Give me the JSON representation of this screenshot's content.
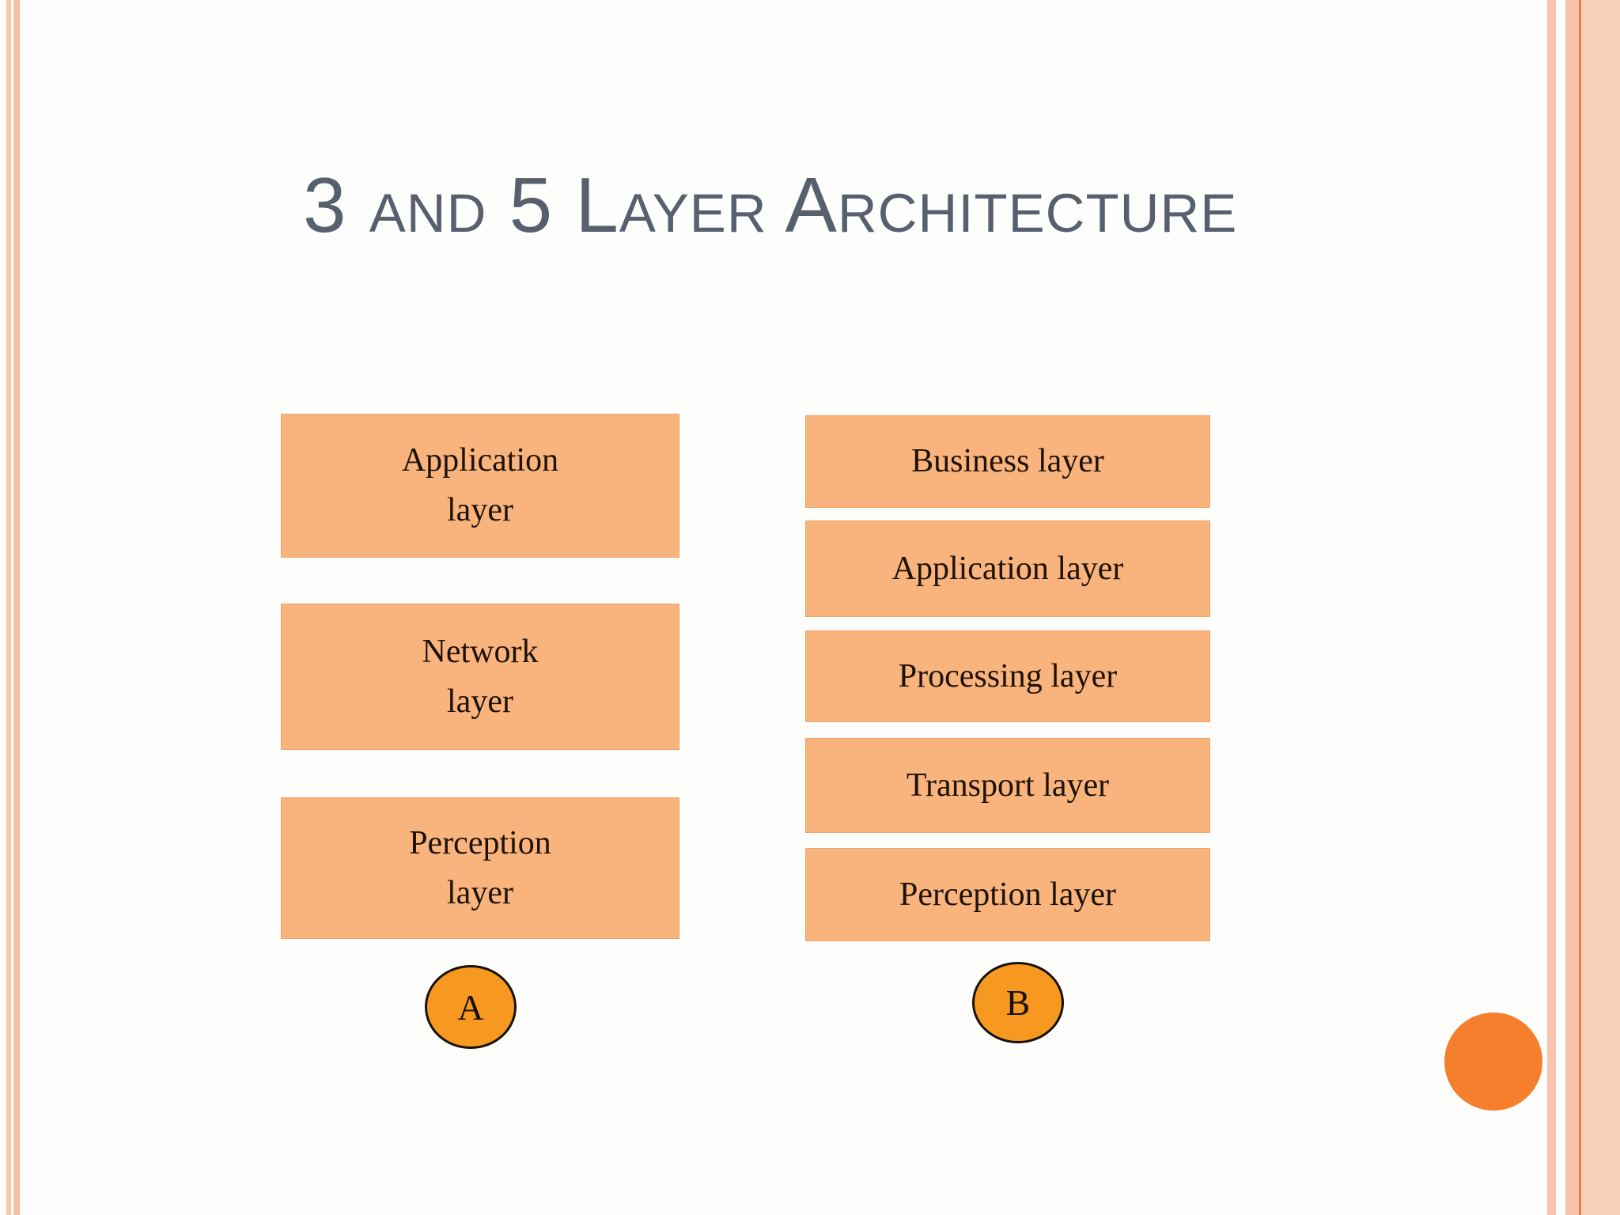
{
  "slide": {
    "title": "3 and 5 Layer Architecture"
  },
  "diagram": {
    "left_stack": {
      "badge": "A",
      "boxes": [
        {
          "line1": "Application",
          "line2": "layer"
        },
        {
          "line1": "Network",
          "line2": "layer"
        },
        {
          "line1": "Perception",
          "line2": "layer"
        }
      ]
    },
    "right_stack": {
      "badge": "B",
      "boxes": [
        {
          "line1": "Business layer"
        },
        {
          "line1": "Application layer"
        },
        {
          "line1": "Processing layer"
        },
        {
          "line1": "Transport layer"
        },
        {
          "line1": "Perception layer"
        }
      ]
    }
  },
  "colors": {
    "background": "#fdfefb",
    "title_text": "#586070",
    "box_fill": "#f9b37d",
    "box_border": "#f0a36b",
    "box_text": "#1c1207",
    "badge_fill": "#f79821",
    "badge_border": "#181105",
    "accent_circle": "#f57f2d",
    "border_stripe_light": "#f8c3ab",
    "border_stripe_dark_line": "#e98440",
    "border_right_band": "#fad2bb"
  }
}
